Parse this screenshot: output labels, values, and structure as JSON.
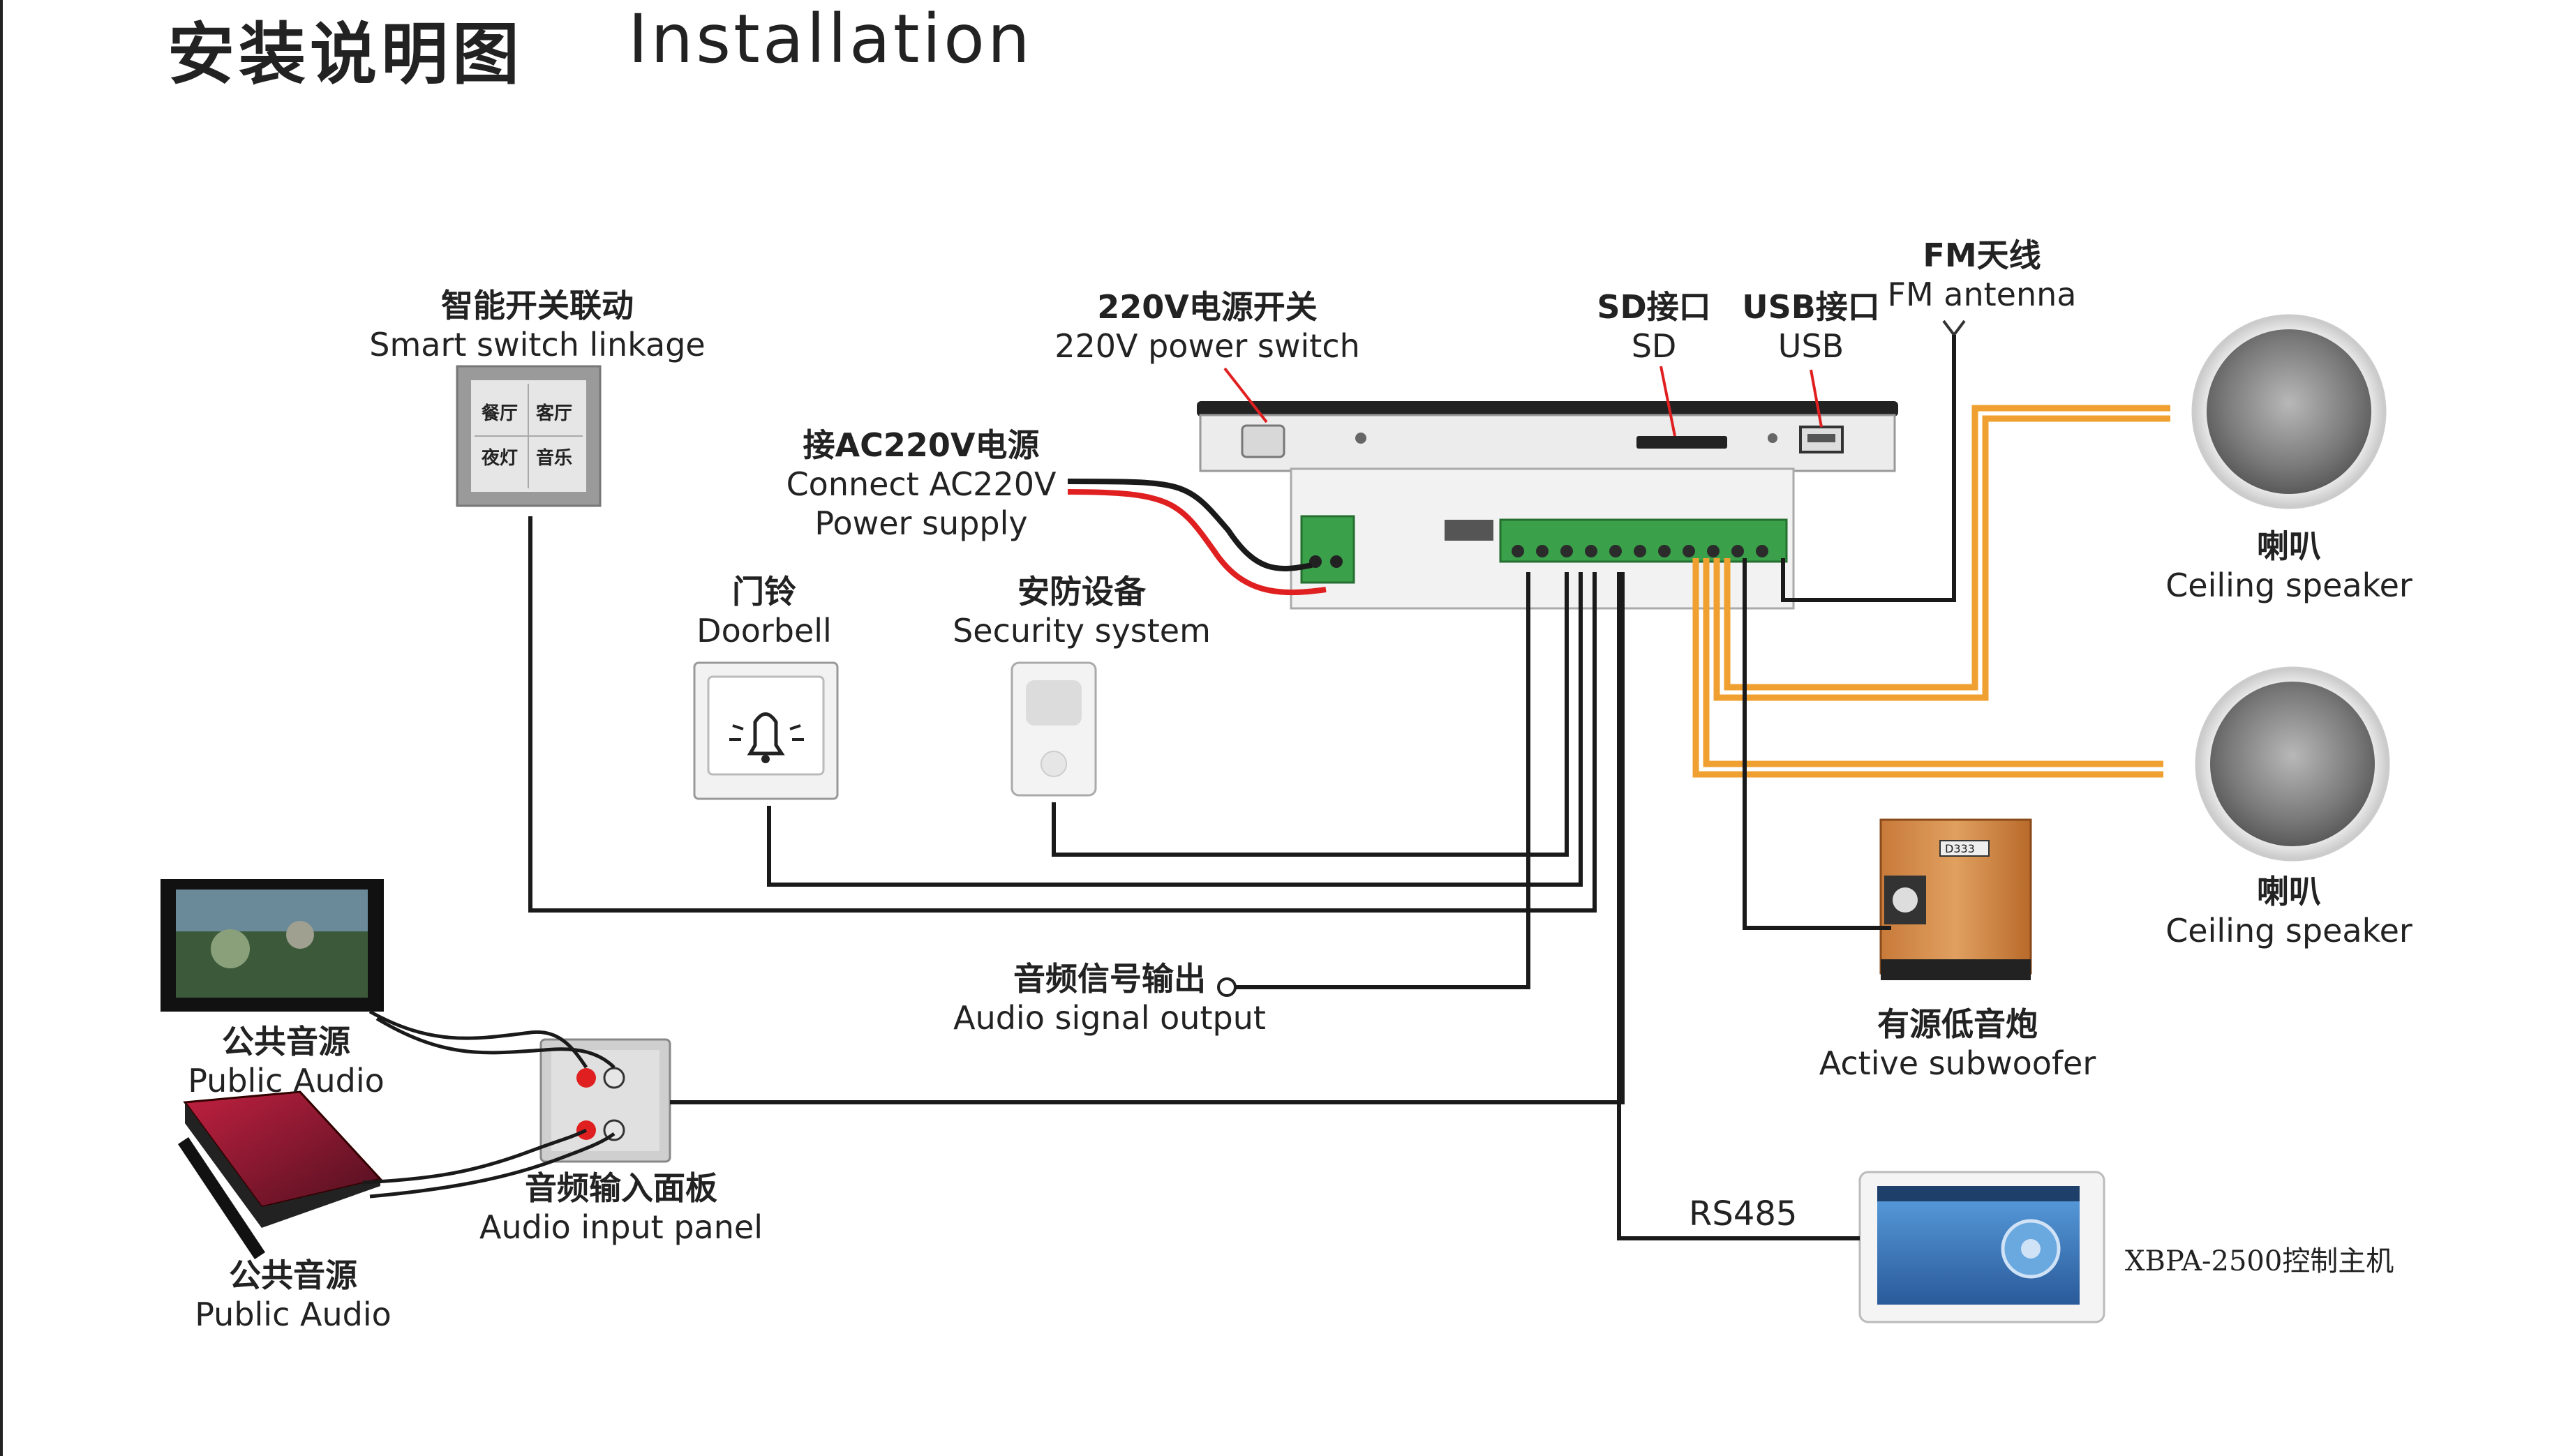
{
  "header": {
    "title_cn": "安装说明图",
    "title_en": "Installation"
  },
  "labels": {
    "smart_switch": {
      "cn": "智能开关联动",
      "en": "Smart switch linkage"
    },
    "switch_buttons": [
      "餐厅",
      "客厅",
      "夜灯",
      "音乐"
    ],
    "power_switch": {
      "cn": "220V电源开关",
      "en": "220V power switch"
    },
    "ac_power": {
      "cn": "接AC220V电源",
      "en1": "Connect AC220V",
      "en2": "Power supply"
    },
    "sd": {
      "cn": "SD接口",
      "en": "SD"
    },
    "usb": {
      "cn": "USB接口",
      "en": "USB"
    },
    "fm": {
      "cn": "FM天线",
      "en": "FM antenna"
    },
    "speaker1": {
      "cn": "喇叭",
      "en": "Ceiling speaker"
    },
    "speaker2": {
      "cn": "喇叭",
      "en": "Ceiling speaker"
    },
    "doorbell": {
      "cn": "门铃",
      "en": "Doorbell"
    },
    "security": {
      "cn": "安防设备",
      "en": "Security system"
    },
    "audio_output": {
      "cn": "音频信号输出",
      "en": "Audio signal output"
    },
    "subwoofer": {
      "cn": "有源低音炮",
      "en": "Active subwoofer"
    },
    "public_audio1": {
      "cn": "公共音源",
      "en": "Public Audio"
    },
    "public_audio2": {
      "cn": "公共音源",
      "en": "Public Audio"
    },
    "audio_input_panel": {
      "cn": "音频输入面板",
      "en": "Audio input panel"
    },
    "rs485": "RS485",
    "controller": "XBPA-2500控制主机",
    "subwoofer_badge": "D333"
  },
  "colors": {
    "speaker_wire": "#f0a030",
    "power_red": "#e02020",
    "wire_black": "#1a1a1a",
    "terminal_green": "#3aa14a",
    "screen_blue": "#3c78c0"
  }
}
